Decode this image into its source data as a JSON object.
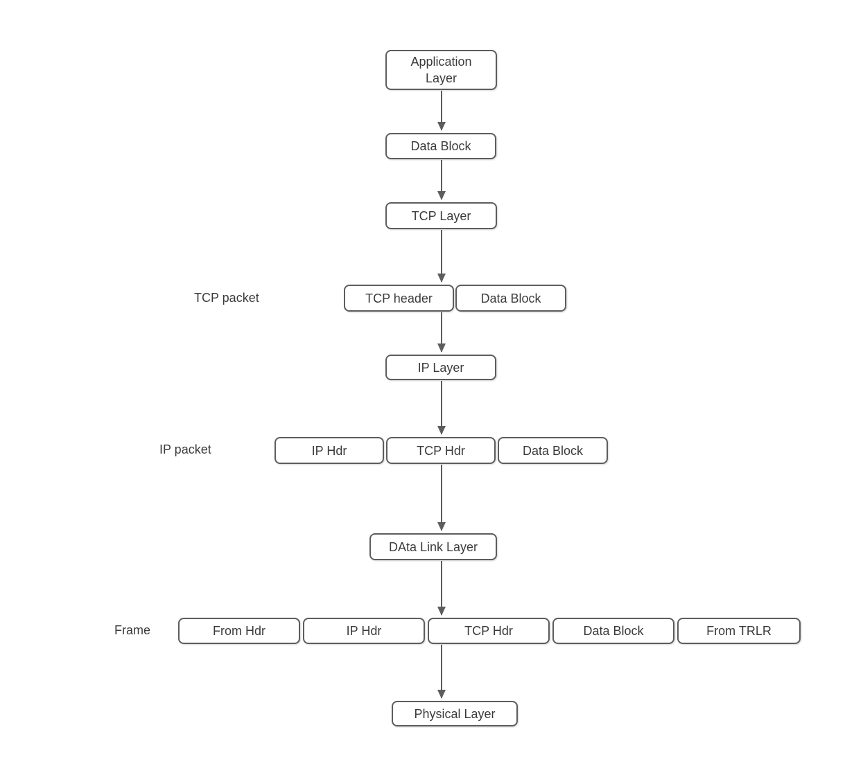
{
  "diagram": {
    "description": "TCP/IP data encapsulation flow diagram",
    "colors": {
      "background": "#ffffff",
      "node_fill": "#ffffff",
      "node_stroke": "#5d5d5d",
      "text": "#3b3b3b",
      "arrow": "#5d5d5d"
    },
    "nodes": {
      "application_layer": "Application\nLayer",
      "data_block_top": "Data Block",
      "tcp_layer": "TCP Layer",
      "tcp_header": "TCP header",
      "tcp_row_data_block": "Data Block",
      "ip_layer": "IP Layer",
      "ip_hdr": "IP Hdr",
      "ip_row_tcp_hdr": "TCP Hdr",
      "ip_row_data_block": "Data Block",
      "data_link_layer": "DAta Link Layer",
      "frame_from_hdr": "From Hdr",
      "frame_ip_hdr": "IP Hdr",
      "frame_tcp_hdr": "TCP Hdr",
      "frame_data_block": "Data Block",
      "frame_from_trlr": "From TRLR",
      "physical_layer": "Physical Layer"
    },
    "row_labels": {
      "tcp_packet": "TCP packet",
      "ip_packet": "IP packet",
      "frame": "Frame"
    }
  }
}
